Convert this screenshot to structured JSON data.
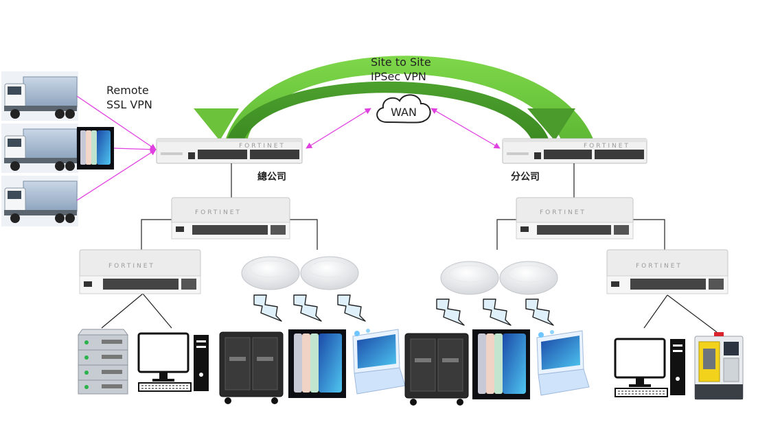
{
  "labels": {
    "remote_vpn_line1": "Remote",
    "remote_vpn_line2": "SSL VPN",
    "site_vpn_line1": "Site to Site",
    "site_vpn_line2": "IPSec VPN",
    "wan": "WAN",
    "hq": "總公司",
    "branch": "分公司",
    "brand": "FORTINET"
  },
  "colors": {
    "arc_green": "#6cc23a",
    "arc_dark_green": "#3f8f28",
    "vpn_link": "#e040e0",
    "cable": "#222222",
    "device_body": "#eeeeee",
    "brand_red": "#d9232d"
  },
  "icons": [
    "truck-icon",
    "tablet-icon",
    "firewall-icon",
    "switch-icon",
    "access-point-icon",
    "wireless-signal-icon",
    "server-rack-icon",
    "desktop-computer-icon",
    "charging-cart-icon",
    "laptop-icon",
    "cnc-machine-icon",
    "cloud-icon"
  ]
}
